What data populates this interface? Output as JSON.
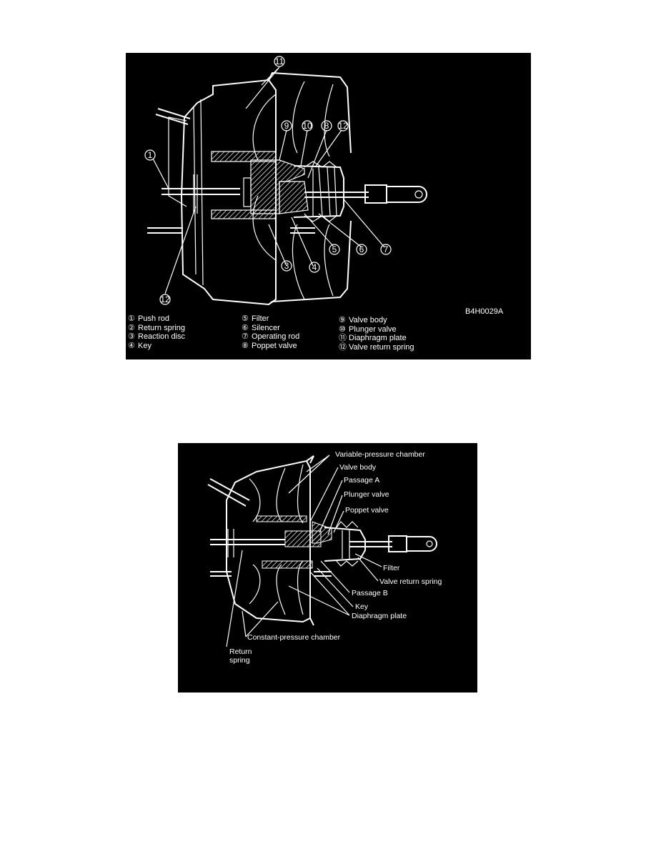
{
  "figure1": {
    "code": "B4H0029A",
    "callouts": [
      "11",
      "9",
      "10",
      "8",
      "12",
      "1",
      "5",
      "6",
      "7",
      "3",
      "4",
      "12"
    ],
    "legend": [
      {
        "num": "①",
        "label": "Push rod"
      },
      {
        "num": "②",
        "label": "Return spring"
      },
      {
        "num": "③",
        "label": "Reaction disc"
      },
      {
        "num": "④",
        "label": "Key"
      },
      {
        "num": "⑤",
        "label": "Filter"
      },
      {
        "num": "⑥",
        "label": "Silencer"
      },
      {
        "num": "⑦",
        "label": "Operating rod"
      },
      {
        "num": "⑧",
        "label": "Poppet valve"
      },
      {
        "num": "⑨",
        "label": "Valve body"
      },
      {
        "num": "⑩",
        "label": "Plunger valve"
      },
      {
        "num": "⑪",
        "label": "Diaphragm plate"
      },
      {
        "num": "⑫",
        "label": "Valve return spring"
      }
    ]
  },
  "figure2": {
    "labels": {
      "variable_pressure_chamber": "Variable-pressure chamber",
      "valve_body": "Valve body",
      "passage_a": "Passage A",
      "plunger_valve": "Plunger valve",
      "poppet_valve": "Poppet valve",
      "filter": "Filter",
      "valve_return_spring": "Valve return spring",
      "passage_b": "Passage B",
      "key": "Key",
      "diaphragm_plate": "Diaphragm plate",
      "constant_pressure_chamber": "Constant-pressure chamber",
      "return_spring_1": "Return",
      "return_spring_2": "spring"
    }
  }
}
